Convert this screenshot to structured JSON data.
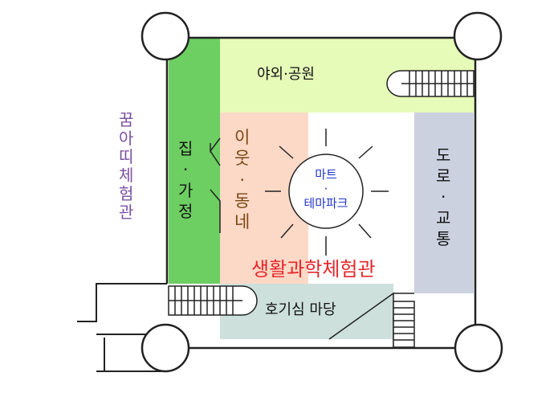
{
  "side_label": [
    "꿈",
    "아",
    "띠",
    "체",
    "험",
    "관"
  ],
  "zones": {
    "outdoor_park": "야외·공원",
    "home_family": [
      "집",
      "·",
      "가",
      "정"
    ],
    "neighborhood": [
      "이",
      "웃",
      "·",
      "동",
      "네"
    ],
    "mart_themepark": [
      "마트",
      "·",
      "테마파크"
    ],
    "road_traffic": [
      "도",
      "로",
      "·",
      "교",
      "통"
    ],
    "curiosity_yard": "호기심 마당",
    "hall_title": "생활과학체험관"
  },
  "colors": {
    "outdoor_park": "#e6fbb8",
    "home_family": "#6dce62",
    "neighborhood": "#fcd9c7",
    "road_traffic": "#ccd1e0",
    "curiosity_yard": "#cde0dc",
    "hall_title": "#e8262b",
    "mart_text": "#1f36c9",
    "side_label": "#7a4fa0",
    "zone_text": "#111111",
    "neighborhood_text": "#7a4613"
  }
}
